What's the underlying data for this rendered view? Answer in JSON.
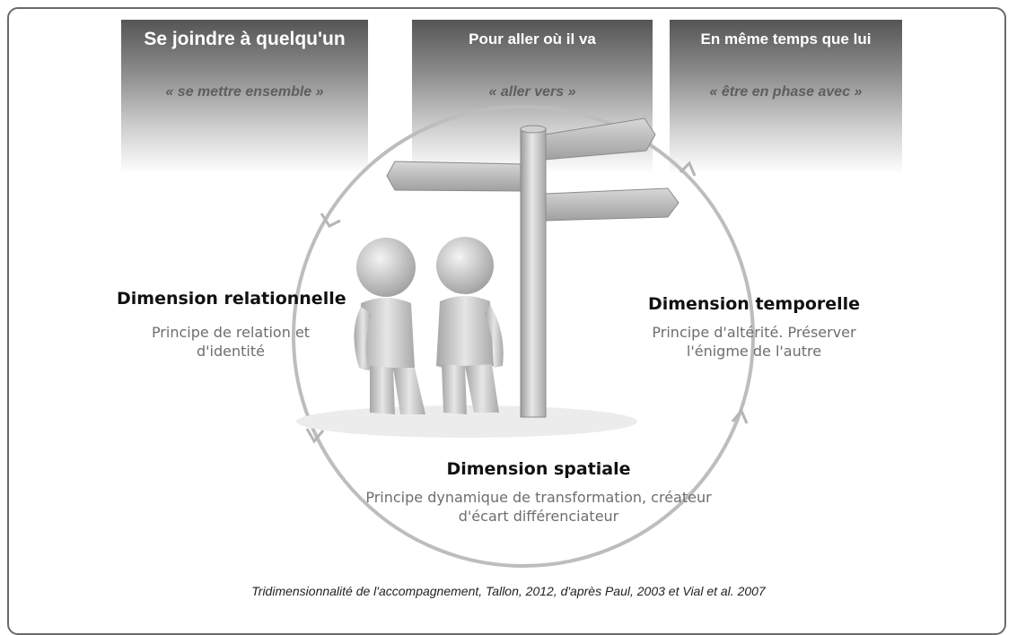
{
  "boxes": [
    {
      "title": "Se joindre à quelqu'un",
      "subtitle": "« se mettre ensemble »"
    },
    {
      "title": "Pour aller où il va",
      "subtitle": "« aller vers »"
    },
    {
      "title": "En même temps que lui",
      "subtitle": "« être en phase avec »"
    }
  ],
  "dimensions": {
    "relational": {
      "title": "Dimension relationnelle",
      "description": "Principe de relation et d'identité"
    },
    "temporal": {
      "title": "Dimension temporelle",
      "description": "Principe d'altérité. Préserver l'énigme de l'autre"
    },
    "spatial": {
      "title": "Dimension spatiale",
      "description": "Principe dynamique de transformation, créateur d'écart différenciateur"
    }
  },
  "caption": "Tridimensionnalité de l'accompagnement, Tallon, 2012, d'après Paul, 2003 et Vial et al. 2007",
  "colors": {
    "circle": "#bdbdbd",
    "box_top": "#555555",
    "text_dark": "#111111",
    "text_grey": "#6e6e6e"
  }
}
